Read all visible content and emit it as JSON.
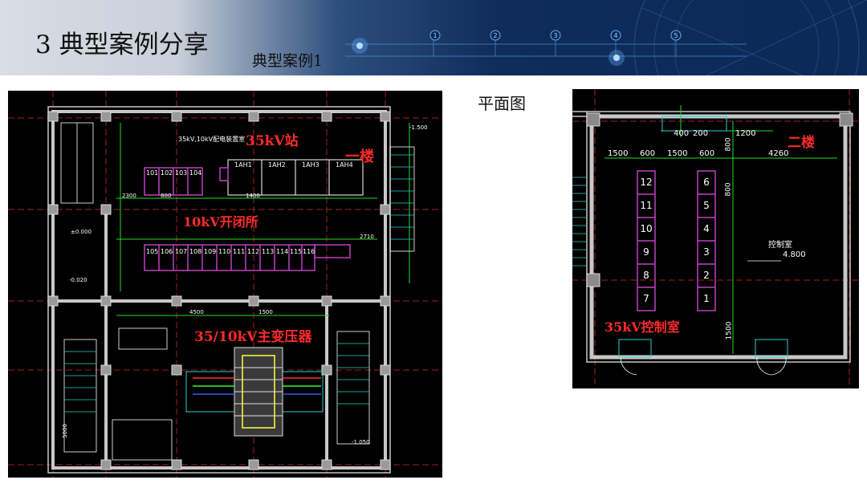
{
  "header": {
    "title": "3 典型案例分享",
    "subtitle": "典型案例1",
    "circle_markers": [
      "1",
      "2",
      "3",
      "4",
      "5"
    ]
  },
  "plan_label": "平面图",
  "drawing1": {
    "labels": {
      "station": "35kV站",
      "floor": "一楼",
      "switch_room": "10kV开闭所",
      "transformer": "35/10kV主变压器",
      "top_note": "35kV,10kV配电装置室"
    },
    "cabinets_35kv": [
      "1AH1",
      "1AH2",
      "1AH3",
      "1AH4"
    ],
    "cabinets_10kv_top": [
      "101",
      "102",
      "103",
      "104"
    ],
    "cabinets_10kv_bottom": [
      "105",
      "106",
      "107",
      "108",
      "109",
      "110",
      "111",
      "112",
      "113",
      "114",
      "115",
      "116"
    ],
    "dims": [
      "2300",
      "800",
      "1400",
      "4500",
      "1500",
      "2710",
      "5000",
      "±0.000",
      "-0.020",
      "-1.050",
      "-1.500"
    ]
  },
  "drawing2": {
    "labels": {
      "floor": "二楼",
      "control_room": "35kV控制室",
      "room_name": "控制室",
      "elevation": "4.800"
    },
    "left_column": [
      "12",
      "11",
      "10",
      "9",
      "8",
      "7"
    ],
    "right_column": [
      "6",
      "5",
      "4",
      "3",
      "2",
      "1"
    ],
    "dims_top": [
      "1500",
      "600",
      "1500",
      "600",
      "4260"
    ],
    "dims_small": [
      "400",
      "200",
      "1200",
      "800",
      "1500",
      "800"
    ]
  },
  "colors": {
    "cad_bg": "#000000",
    "wall": "#c8c8c8",
    "label_red": "#ff2a2a",
    "cabinet_magenta": "#c040c0",
    "dim_green": "#22dd22",
    "header_dark": "#0b2a58"
  }
}
